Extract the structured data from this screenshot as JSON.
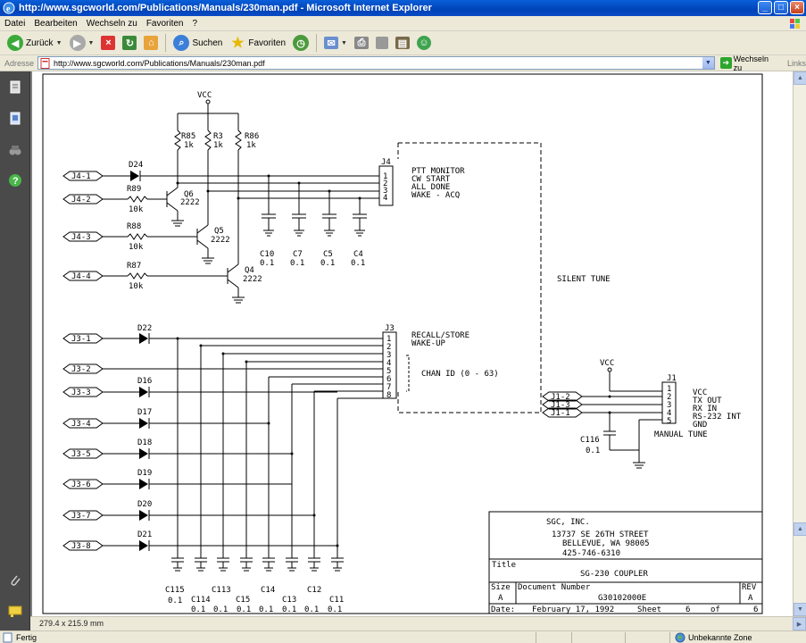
{
  "window": {
    "title": "http://www.sgcworld.com/Publications/Manuals/230man.pdf - Microsoft Internet Explorer",
    "minimize": "_",
    "maximize": "□",
    "close": "×"
  },
  "menu": {
    "items": [
      "Datei",
      "Bearbeiten",
      "Wechseln zu",
      "Favoriten",
      "?"
    ]
  },
  "toolbar": {
    "back_label": "Zurück",
    "search_label": "Suchen",
    "favorites_label": "Favoriten"
  },
  "address": {
    "label": "Adresse",
    "url": "http://www.sgcworld.com/Publications/Manuals/230man.pdf",
    "go_label": "Wechseln zu",
    "links_label": "Links"
  },
  "viewer": {
    "page_size": "279.4 x 215.9 mm"
  },
  "status": {
    "left": "Fertig",
    "zone": "Unbekannte Zone"
  },
  "schematic": {
    "vcc": "VCC",
    "resistors_top": [
      "R85",
      "R3",
      "R86"
    ],
    "resistor_value": "1k",
    "j4_connectors": [
      "J4-1",
      "J4-2",
      "J4-3",
      "J4-4"
    ],
    "j3_connectors": [
      "J3-1",
      "J3-2",
      "J3-3",
      "J3-4",
      "J3-5",
      "J3-6",
      "J3-7",
      "J3-8"
    ],
    "j1_connectors": [
      "J1-2",
      "J1-3",
      "J1-1"
    ],
    "d24": "D24",
    "r89": "R89",
    "r88": "R88",
    "r87": "R87",
    "r_10k": "10k",
    "q6": "Q6",
    "q5": "Q5",
    "q4": "Q4",
    "q_part": "2222",
    "j4": "J4",
    "j4_pins": [
      "1",
      "2",
      "3",
      "4"
    ],
    "j4_signals": [
      "PTT MONITOR",
      "CW START",
      "ALL DONE",
      "WAKE - ACQ"
    ],
    "caps_top": [
      "C10",
      "C7",
      "C5",
      "C4"
    ],
    "cap_value": "0.1",
    "silent_tune": "SILENT TUNE",
    "j3": "J3",
    "j3_pins": [
      "1",
      "2",
      "3",
      "4",
      "5",
      "6",
      "7",
      "8"
    ],
    "j3_signals": [
      "RECALL/STORE",
      "WAKE-UP"
    ],
    "chan_id": "CHAN ID (0 - 63)",
    "diodes_j3": [
      "D22",
      "D16",
      "D17",
      "D18",
      "D19",
      "D20",
      "D21"
    ],
    "caps_bottom_upper": [
      "C115",
      "C113",
      "C14",
      "C12"
    ],
    "caps_bottom_lower": [
      "C114",
      "C15",
      "C13",
      "C11"
    ],
    "j1": "J1",
    "j1_pins": [
      "1",
      "2",
      "3",
      "4",
      "5"
    ],
    "j1_signals": [
      "VCC",
      "TX OUT",
      "RX IN",
      "RS-232 INT",
      "GND"
    ],
    "manual_tune": "MANUAL TUNE",
    "c116": "C116",
    "title_block": {
      "company": "SGC, INC.",
      "address1": "13737 SE 26TH STREET",
      "address2": "BELLEVUE, WA 98005",
      "phone": "425-746-6310",
      "title_label": "Title",
      "title": "SG-230 COUPLER",
      "size_label": "Size",
      "size": "A",
      "docnum_label": "Document Number",
      "docnum": "G30102000E",
      "rev_label": "REV",
      "rev": "A",
      "date_label": "Date:",
      "date": "February 17, 1992",
      "sheet_label": "Sheet",
      "sheet": "6",
      "of_label": "of",
      "of_total": "6"
    }
  }
}
